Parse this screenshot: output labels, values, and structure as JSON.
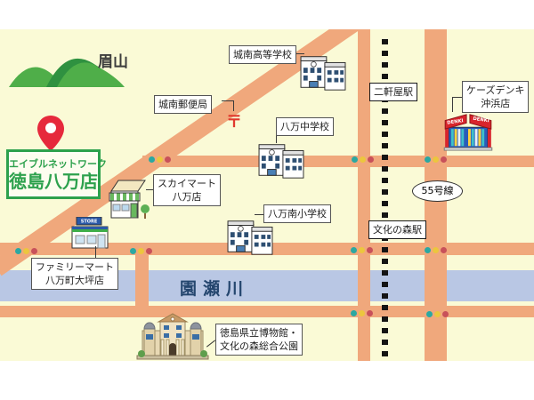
{
  "store": {
    "brand": "エイブルネットワーク",
    "name": "徳島八万店"
  },
  "places": {
    "mountain": "眉山",
    "jonan_high_school": "城南高等学校",
    "jonan_post_office": "城南郵便局",
    "hachiman_junior_high_school": "八万中学校",
    "skymart_line1": "スカイマート",
    "skymart_line2": "八万店",
    "hachiman_minami_elementary_school": "八万南小学校",
    "familymart_line1": "ファミリーマート",
    "familymart_line2": "八万町大坪店",
    "nikenya_station": "二軒屋駅",
    "ks_denki_line1": "ケーズデンキ",
    "ks_denki_line2": "沖浜店",
    "bunkanomori_station": "文化の森駅",
    "museum_line1": "徳島県立博物館・",
    "museum_line2": "文化の森総合公園",
    "route_55": "55号線",
    "sonose_river": "園瀬川",
    "postal_mark": "〒"
  },
  "icon_text": {
    "denki_sign": "DENKI",
    "familymart_sign": "STORE"
  },
  "colors": {
    "map_background": "#fafad6",
    "road": "#f0a87c",
    "river": "#b9c7e4",
    "brand_green": "#2da14d",
    "pin_red": "#e6293c",
    "railway": "#141414",
    "signal_teal": "#2ba8a2",
    "signal_yellow": "#ecc63e",
    "signal_red": "#c8515a",
    "denki_red": "#d8242c",
    "mountain_green": "#4fae49"
  }
}
